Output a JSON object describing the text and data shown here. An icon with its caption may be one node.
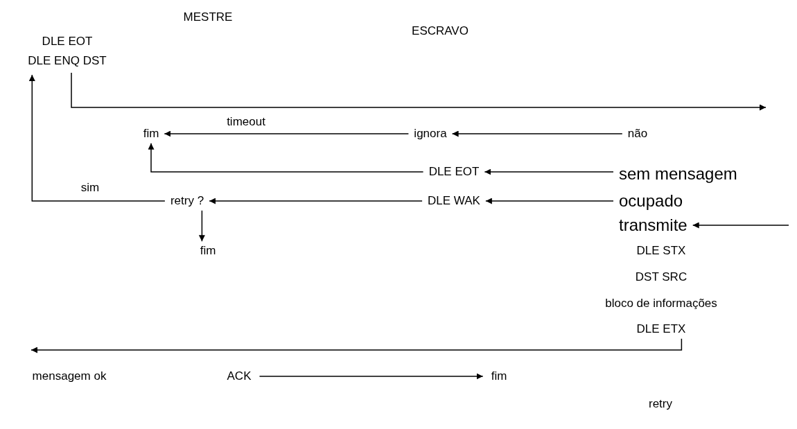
{
  "diagram": {
    "nodes": [
      {
        "text": [
          "DLE EOT",
          "DLE ENQ DST"
        ]
      },
      {
        "text": [
          "fim"
        ]
      },
      {
        "text": [
          "ignora"
        ]
      },
      {
        "text": [
          "não"
        ]
      },
      {
        "text": [
          "DLE EOT"
        ]
      },
      {
        "text": [
          "sem mensagem"
        ]
      },
      {
        "text": [
          "retry ?"
        ]
      },
      {
        "text": [
          "DLE WAK"
        ]
      },
      {
        "text": [
          "ocupado"
        ]
      },
      {
        "text": [
          "transmite"
        ]
      },
      {
        "text": [
          "fim"
        ]
      },
      {
        "text": [
          "DLE ETX"
        ]
      },
      {
        "text": [
          "ACK"
        ]
      },
      {
        "text": [
          "fim"
        ]
      }
    ],
    "edges": [
      {
        "from": 0,
        "to": null,
        "arrow": "to"
      },
      {
        "from": 3,
        "to": 2,
        "arrow": "to"
      },
      {
        "from": 2,
        "to": 1,
        "arrow": "to",
        "label": "timeout"
      },
      {
        "from": 5,
        "to": 4,
        "arrow": "to"
      },
      {
        "from": 4,
        "to": 1,
        "arrow": "to"
      },
      {
        "from": 8,
        "to": 7,
        "arrow": "to"
      },
      {
        "from": 7,
        "to": 6,
        "arrow": "to"
      },
      {
        "from": 6,
        "to": 0,
        "arrow": "to",
        "label": "sim"
      },
      {
        "from": 6,
        "to": 10,
        "arrow": "to"
      },
      {
        "from": null,
        "to": 9,
        "arrow": "to"
      },
      {
        "from": 11,
        "to": null,
        "arrow": "to"
      },
      {
        "from": 12,
        "to": 13,
        "arrow": "to"
      }
    ],
    "labels": [
      "MESTRE",
      "ESCRAVO",
      "DLE STX",
      "DST SRC",
      "bloco de informações",
      "mensagem ok",
      "retry"
    ]
  }
}
